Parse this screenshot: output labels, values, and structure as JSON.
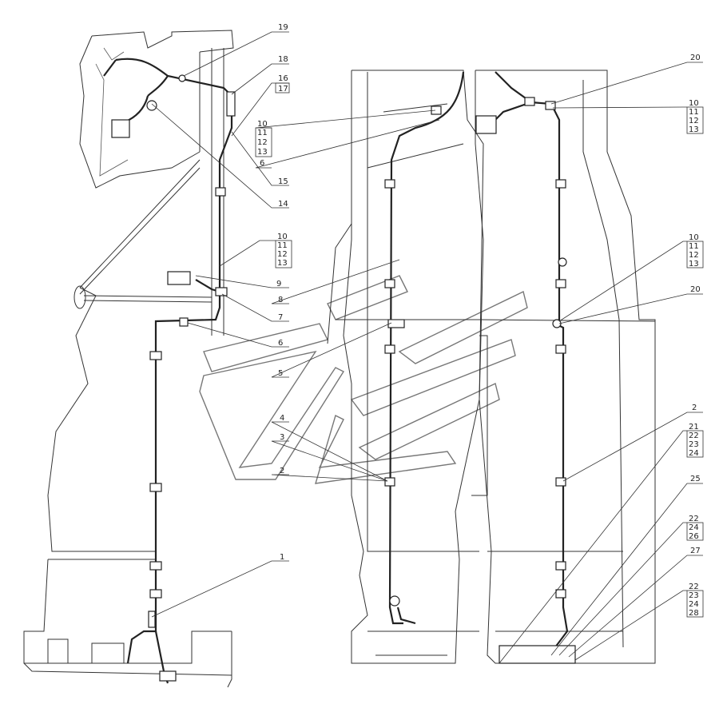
{
  "diagram": {
    "title": "Wiring harness installation",
    "callouts_left": {
      "c19": "19",
      "c18": "18",
      "c16": "16",
      "c17": "17",
      "stackA": [
        "10",
        "11",
        "12",
        "13"
      ],
      "c6a": "6",
      "c15": "15",
      "c14": "14",
      "stackB": [
        "10",
        "11",
        "12",
        "13"
      ],
      "c9": "9",
      "c8": "8",
      "c7": "7",
      "c6b": "6",
      "c5": "5",
      "c4": "4",
      "c3": "3",
      "c2": "2",
      "c1": "1"
    },
    "callouts_right": {
      "c20a": "20",
      "stackC": [
        "10",
        "11",
        "12",
        "13"
      ],
      "stackD": [
        "10",
        "11",
        "12",
        "13"
      ],
      "c20b": "20",
      "c2": "2",
      "stackE": [
        "21",
        "22",
        "23",
        "24"
      ],
      "c25": "25",
      "stackF": [
        "22",
        "24",
        "26"
      ],
      "c27": "27",
      "stackG": [
        "22",
        "23",
        "24",
        "28"
      ]
    }
  }
}
